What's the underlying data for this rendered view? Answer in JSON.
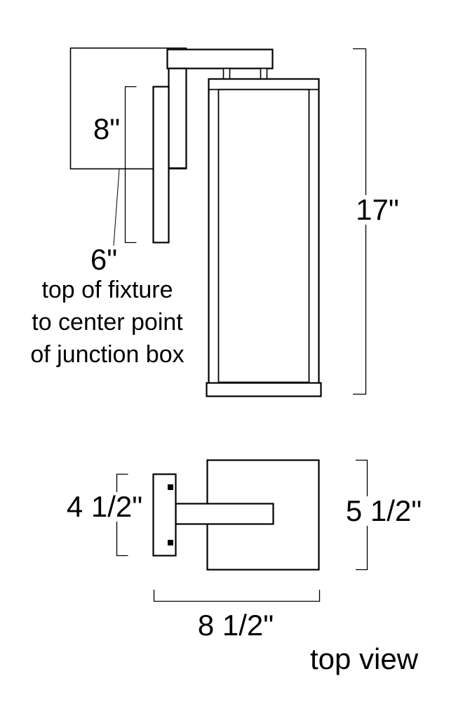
{
  "side_view": {
    "dim_plate_height": "8\"",
    "dim_fixture_height": "17\"",
    "dim_offset": "6\"",
    "note_line1": "top of fixture",
    "note_line2": "to center point",
    "note_line3": "of junction box"
  },
  "top_view": {
    "dim_backplate": "4 1/2\"",
    "dim_depth": "5 1/2\"",
    "dim_width": "8 1/2\"",
    "view_label": "top view"
  },
  "colors": {
    "line": "#000000",
    "background": "#ffffff"
  }
}
